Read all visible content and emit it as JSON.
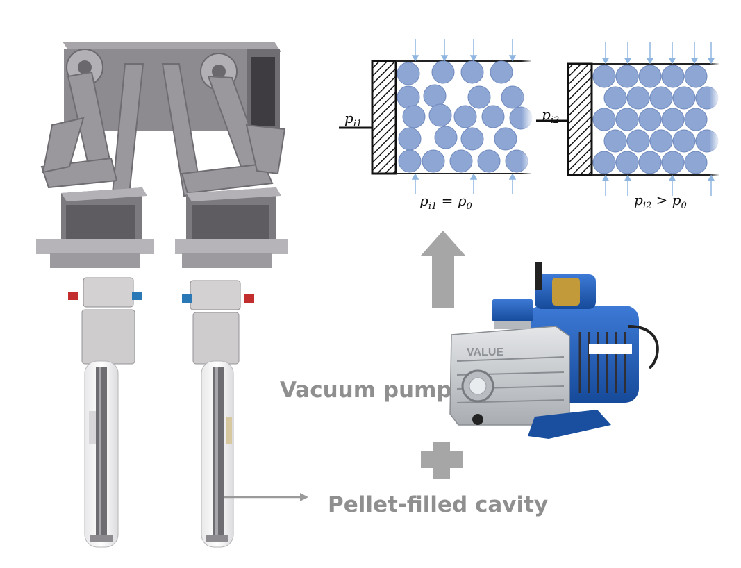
{
  "labels": {
    "vacuum_pump": "Vacuum pump",
    "pellet_cavity": "Pellet-filled cavity"
  },
  "panels": {
    "left": {
      "port_symbol": "p",
      "port_sub": "i1",
      "relation_lhs": "p",
      "relation_lhs_sub": "i1",
      "relation_op": "=",
      "relation_rhs": "p",
      "relation_rhs_sub": "0"
    },
    "right": {
      "port_symbol": "p",
      "port_sub": "i2",
      "relation_lhs": "p",
      "relation_lhs_sub": "i2",
      "relation_op": ">",
      "relation_rhs": "p",
      "relation_rhs_sub": "0"
    }
  },
  "pump_brand": "VALUE",
  "colors": {
    "pellet": "#8ea6d4",
    "pellet_stroke": "#6f89bd",
    "gripper_body": "#8c8a8e",
    "arrow_gray": "#a6a6a6",
    "pump_blue": "#1d5bb8",
    "pump_silver": "#c9ccd0"
  }
}
